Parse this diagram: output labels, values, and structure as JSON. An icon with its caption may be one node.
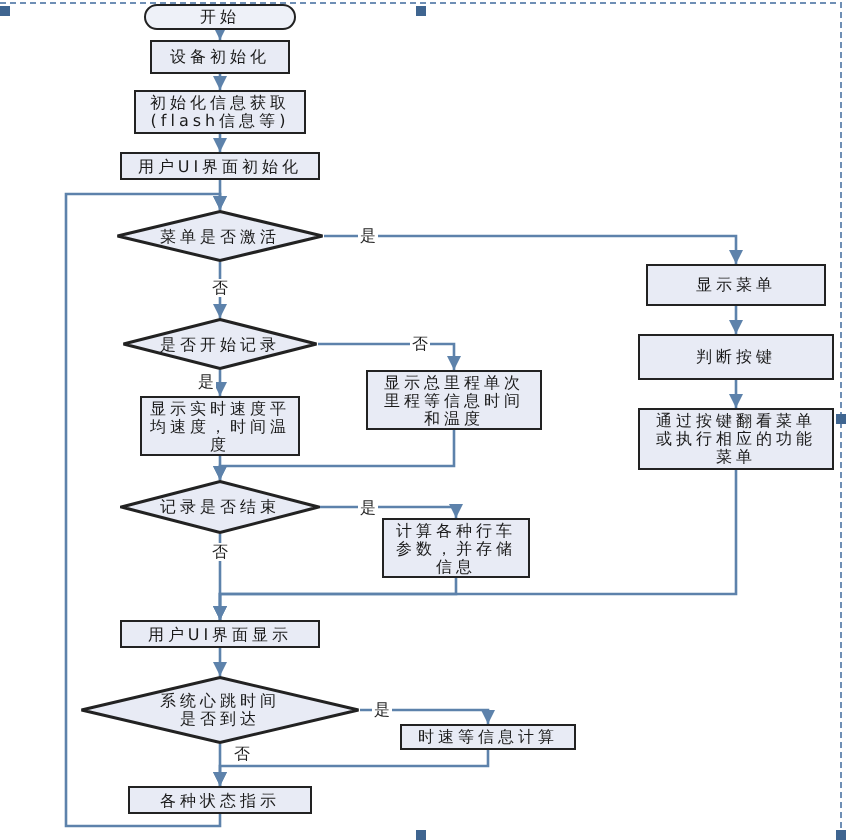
{
  "diagram": {
    "nodes": [
      {
        "text": [
          "开始"
        ]
      },
      {
        "text": [
          "设备初始化"
        ]
      },
      {
        "text": [
          "初始化信息获取(flash信息等)"
        ]
      },
      {
        "text": [
          "用户UI界面初始化"
        ]
      },
      {
        "text": [
          "菜单是否激活"
        ]
      },
      {
        "text": [
          "显示菜单"
        ]
      },
      {
        "text": [
          "判断按键"
        ]
      },
      {
        "text": [
          "通过按键翻看菜单或执行相应的功能菜单"
        ]
      },
      {
        "text": [
          "是否开始记录"
        ]
      },
      {
        "text": [
          "显示实时速度平均速度，时间温度"
        ]
      },
      {
        "text": [
          "显示总里程单次里程等信息时间和温度"
        ]
      },
      {
        "text": [
          "记录是否结束"
        ]
      },
      {
        "text": [
          "计算各种行车参数，并存储信息"
        ]
      },
      {
        "text": [
          "用户UI界面显示"
        ]
      },
      {
        "text": [
          "系统心跳时间是否到达"
        ]
      },
      {
        "text": [
          "时速等信息计算"
        ]
      },
      {
        "text": [
          "各种状态指示"
        ]
      }
    ],
    "edges": [
      {
        "from": 0,
        "to": 1,
        "arrow": "to"
      },
      {
        "from": 1,
        "to": 2,
        "arrow": "to"
      },
      {
        "from": 2,
        "to": 3,
        "arrow": "to"
      },
      {
        "from": 3,
        "to": 4,
        "arrow": "to"
      },
      {
        "from": 4,
        "to": 5,
        "arrow": "to",
        "label": "是"
      },
      {
        "from": 5,
        "to": 6,
        "arrow": "to"
      },
      {
        "from": 6,
        "to": 7,
        "arrow": "to"
      },
      {
        "from": 7,
        "to": 13,
        "arrow": "to"
      },
      {
        "from": 4,
        "to": 8,
        "arrow": "to",
        "label": "否"
      },
      {
        "from": 8,
        "to": 9,
        "arrow": "to",
        "label": "是"
      },
      {
        "from": 8,
        "to": 10,
        "arrow": "to",
        "label": "否"
      },
      {
        "from": 9,
        "to": 11,
        "arrow": "to"
      },
      {
        "from": 10,
        "to": 11,
        "arrow": "to"
      },
      {
        "from": 11,
        "to": 12,
        "arrow": "to",
        "label": "是"
      },
      {
        "from": 11,
        "to": 13,
        "arrow": "to",
        "label": "否"
      },
      {
        "from": 12,
        "to": 13,
        "arrow": "to"
      },
      {
        "from": 13,
        "to": 14,
        "arrow": "to"
      },
      {
        "from": 14,
        "to": 15,
        "arrow": "to",
        "label": "是"
      },
      {
        "from": 14,
        "to": 16,
        "arrow": "to",
        "label": "否"
      },
      {
        "from": 15,
        "to": 16,
        "arrow": "to"
      },
      {
        "from": 16,
        "to": 4,
        "arrow": "to"
      }
    ]
  }
}
